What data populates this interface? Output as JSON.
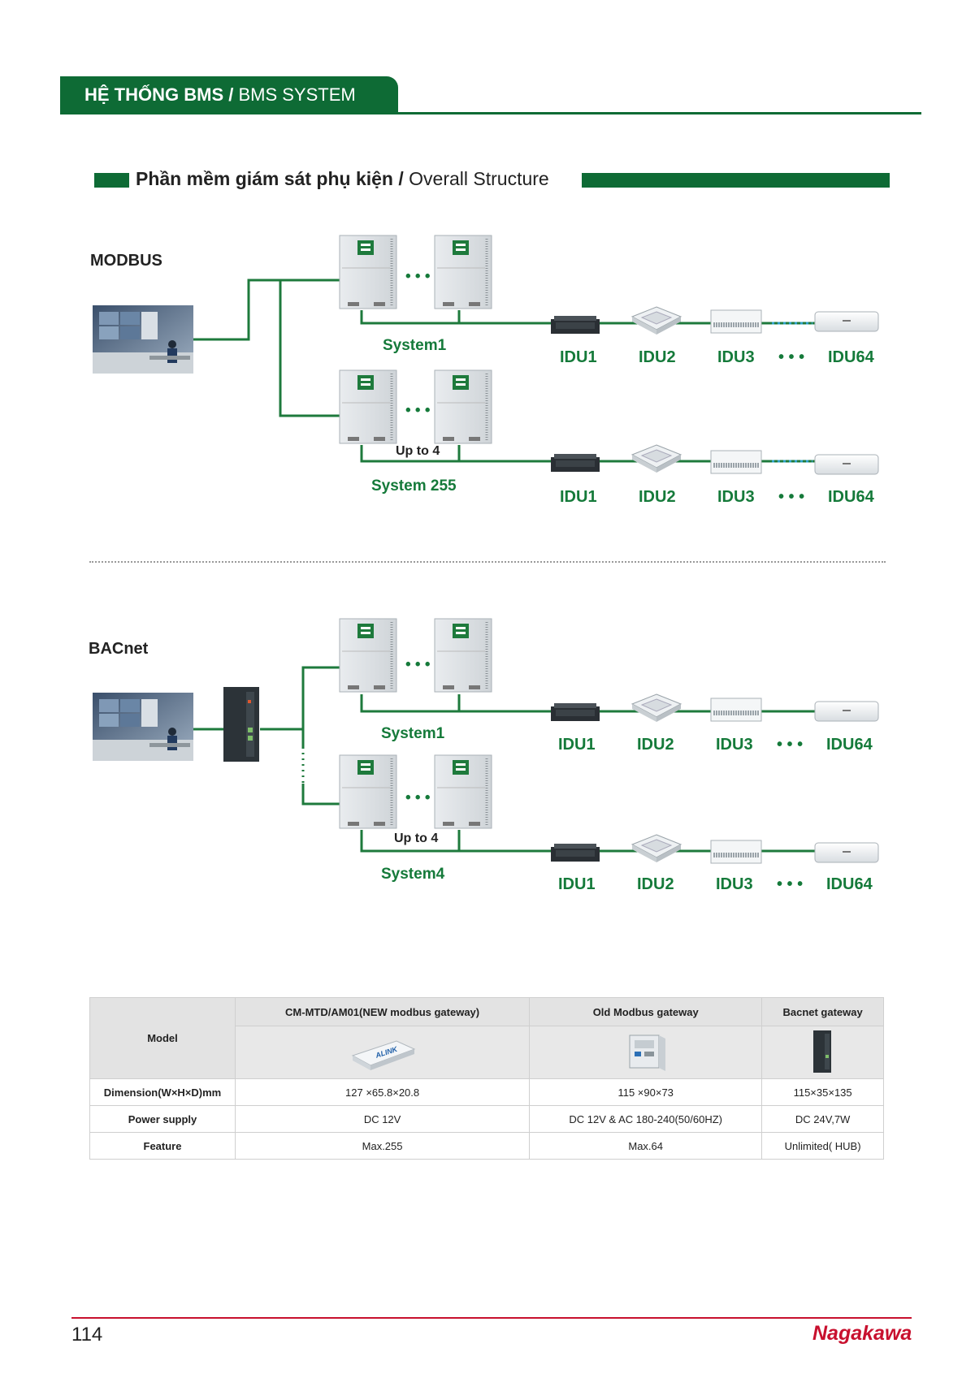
{
  "header": {
    "title_bold": "HỆ THỐNG BMS /",
    "title_rest": " BMS SYSTEM"
  },
  "section": {
    "title_bold": "Phần mềm giám sát phụ kiện /",
    "title_rest": " Overall Structure"
  },
  "modbus": {
    "label": "MODBUS",
    "system1": "System1",
    "system2": "System 255",
    "up_to": "Up to 4",
    "idus": [
      "IDU1",
      "IDU2",
      "IDU3",
      "IDU64"
    ],
    "ellipsis": "• • •"
  },
  "bacnet": {
    "label": "BACnet",
    "system1": "System1",
    "system2": "System4",
    "up_to": "Up to 4",
    "idus": [
      "IDU1",
      "IDU2",
      "IDU3",
      "IDU64"
    ],
    "ellipsis": "• • •"
  },
  "table": {
    "model_label": "Model",
    "columns": [
      "CM-MTD/AM01(NEW modbus gateway)",
      "Old Modbus gateway",
      "Bacnet gateway"
    ],
    "rows": [
      {
        "label": "Dimension(W×H×D)mm",
        "values": [
          "127 ×65.8×20.8",
          "115 ×90×73",
          "115×35×135"
        ]
      },
      {
        "label": "Power supply",
        "values": [
          "DC 12V",
          "DC 12V & AC 180-240(50/60HZ)",
          "DC 24V,7W"
        ]
      },
      {
        "label": "Feature",
        "values": [
          "Max.255",
          "Max.64",
          "Unlimited( HUB)"
        ]
      }
    ],
    "device_logo_text": "ALINK"
  },
  "footer": {
    "page_number": "114",
    "brand": "Nagakawa"
  }
}
